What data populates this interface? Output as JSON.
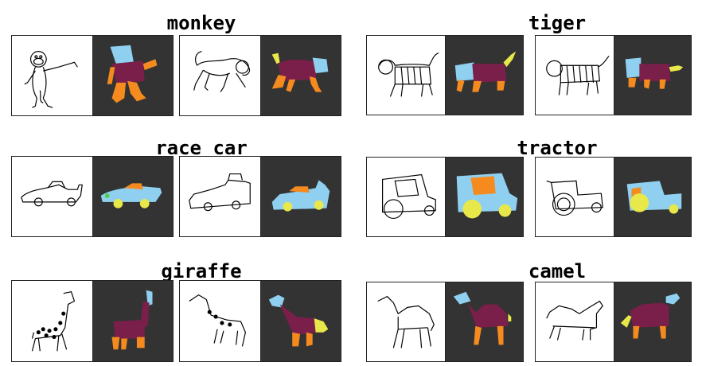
{
  "categories": [
    {
      "id": "monkey",
      "label": "monkey"
    },
    {
      "id": "tiger",
      "label": "tiger"
    },
    {
      "id": "race_car",
      "label": "race car"
    },
    {
      "id": "tractor",
      "label": "tractor"
    },
    {
      "id": "giraffe",
      "label": "giraffe"
    },
    {
      "id": "camel",
      "label": "camel"
    }
  ],
  "colors": {
    "head": "#8fd0f0",
    "body": "#7a1e4a",
    "legs": "#f58a1f",
    "tail": "#e8e84a",
    "wheels": "#e8e84a",
    "cabin": "#f58a1f",
    "chassis": "#8fd0f0",
    "panel_dark": "#333333"
  }
}
